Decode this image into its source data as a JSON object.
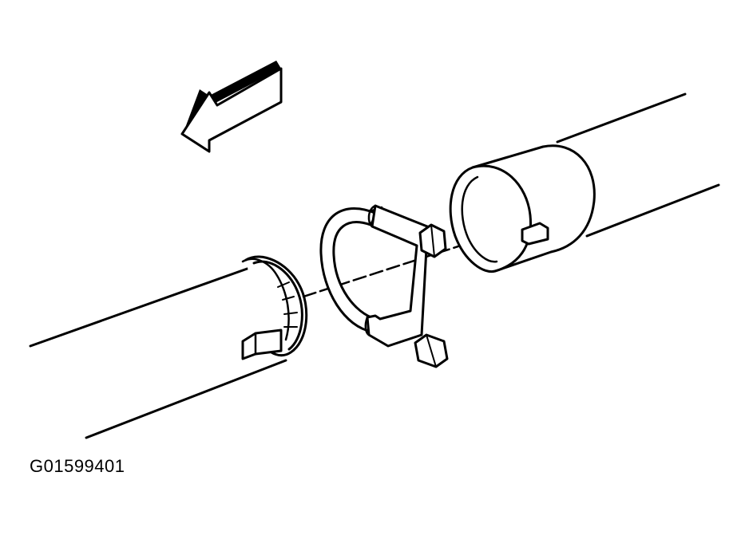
{
  "figure": {
    "id_label": "G01599401"
  },
  "colors": {
    "ink": "#000000",
    "background": "#ffffff"
  },
  "components": {
    "direction_arrow": "arrow-left-icon",
    "left_pipe": "exhaust-pipe-left",
    "clamp": "u-bolt-clamp",
    "right_pipe": "exhaust-pipe-right"
  }
}
